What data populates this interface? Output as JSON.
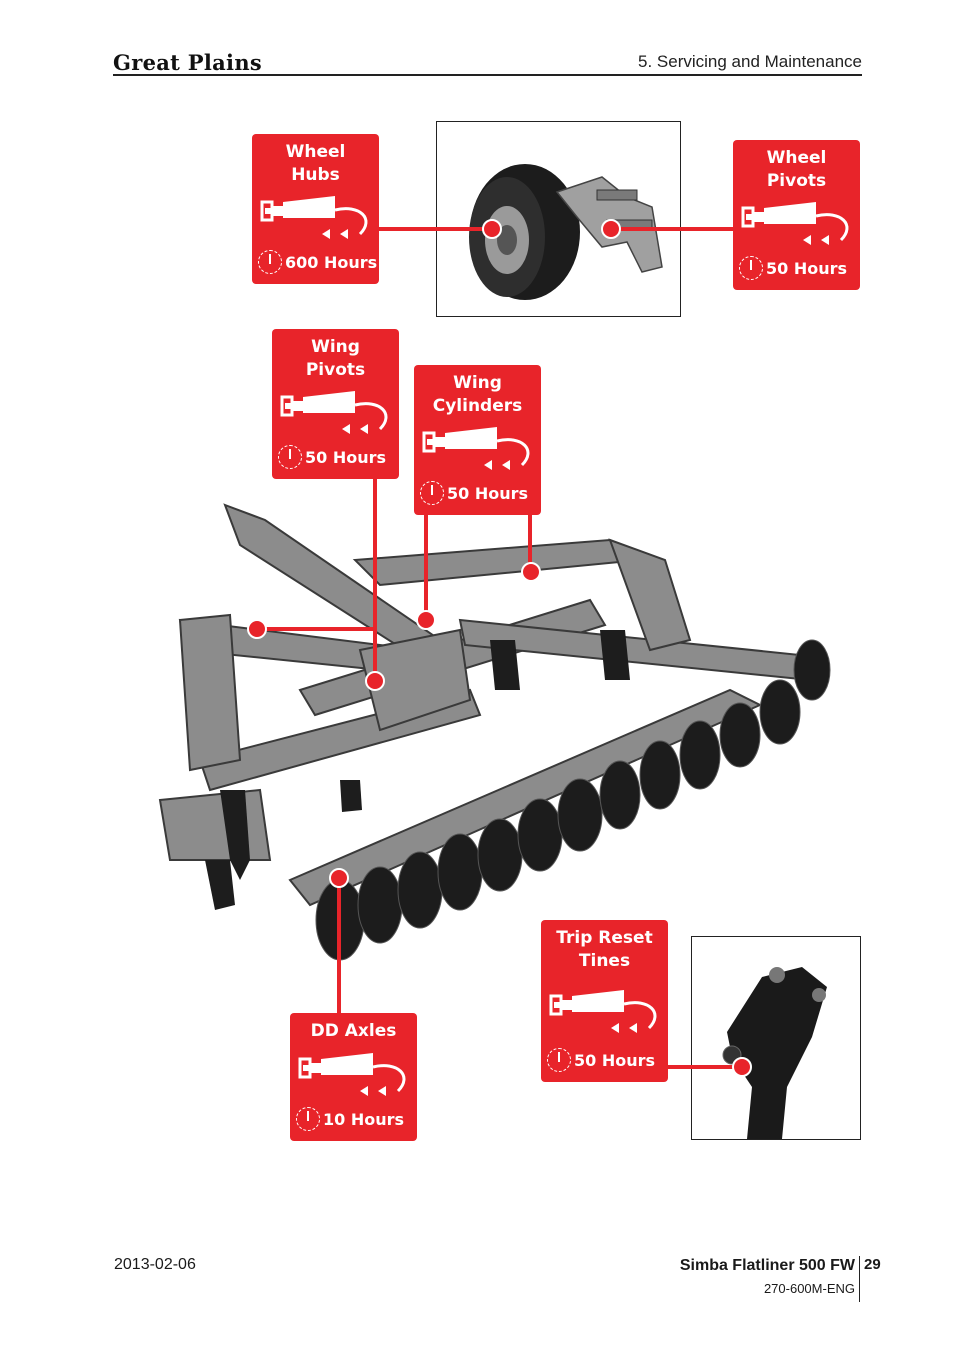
{
  "header": {
    "brand": "Great Plains",
    "section": "5. Servicing and Maintenance"
  },
  "footer": {
    "date": "2013-02-06",
    "product": "Simba Flatliner 500 FW",
    "doc_number": "270-600M-ENG",
    "page": "29"
  },
  "colors": {
    "callout_red": "#e8242a",
    "frame_gray": "#8a8a8a",
    "disc_black": "#1a1a1a"
  },
  "callouts": [
    {
      "id": "wheel-hubs",
      "title": "Wheel\nHubs",
      "interval": "600 Hours",
      "icon": "grease-gun-icon"
    },
    {
      "id": "wheel-pivots",
      "title": "Wheel\nPivots",
      "interval": "50 Hours",
      "icon": "grease-gun-icon"
    },
    {
      "id": "wing-pivots",
      "title": "Wing\nPivots",
      "interval": "50 Hours",
      "icon": "grease-gun-icon"
    },
    {
      "id": "wing-cylinders",
      "title": "Wing\nCylinders",
      "interval": "50 Hours",
      "icon": "grease-gun-icon"
    },
    {
      "id": "dd-axles",
      "title": "DD Axles",
      "interval": "10 Hours",
      "icon": "grease-gun-icon"
    },
    {
      "id": "trip-reset-tines",
      "title": "Trip Reset\nTines",
      "interval": "50 Hours",
      "icon": "grease-gun-icon"
    }
  ]
}
